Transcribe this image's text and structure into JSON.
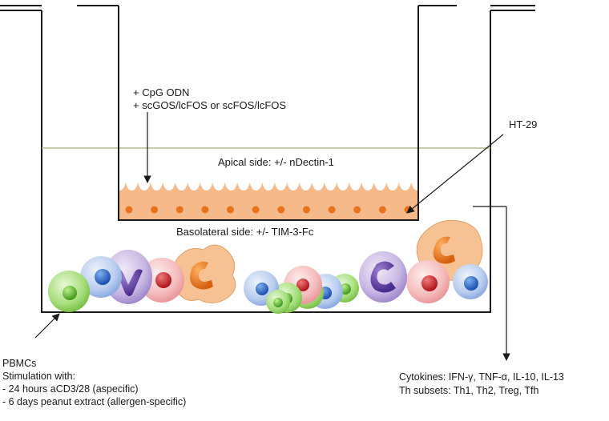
{
  "apical_treatments": [
    "+ CpG ODN",
    "+ scGOS/lcFOS or scFOS/lcFOS"
  ],
  "cell_line_label": "HT-29",
  "apical_side_label": "Apical side: +/- nDectin-1",
  "basolateral_side_label": "Basolateral side: +/- TIM-3-Fc",
  "pbmc_notes": [
    "PBMCs",
    "Stimulation with:",
    "- 24 hours aCD3/28 (aspecific)",
    "- 6 days peanut extract (allergen-specific)"
  ],
  "readouts": [
    "Cytokines: IFN-γ, TNF-α, IL-10, IL-13",
    "Th subsets: Th1, Th2, Treg, Tfh"
  ],
  "colors": {
    "outline": "#1a1a1a",
    "medium_line": "#b5b98f",
    "epithelium": "#f6b98a",
    "nucleus": "#e8731d",
    "green_cell": "#8fd45a",
    "blue_cell": "#6e98da",
    "pink_cell": "#f1a6a8",
    "purple_cell": "#8a6fb8",
    "orange_cell": "#f3a561"
  }
}
